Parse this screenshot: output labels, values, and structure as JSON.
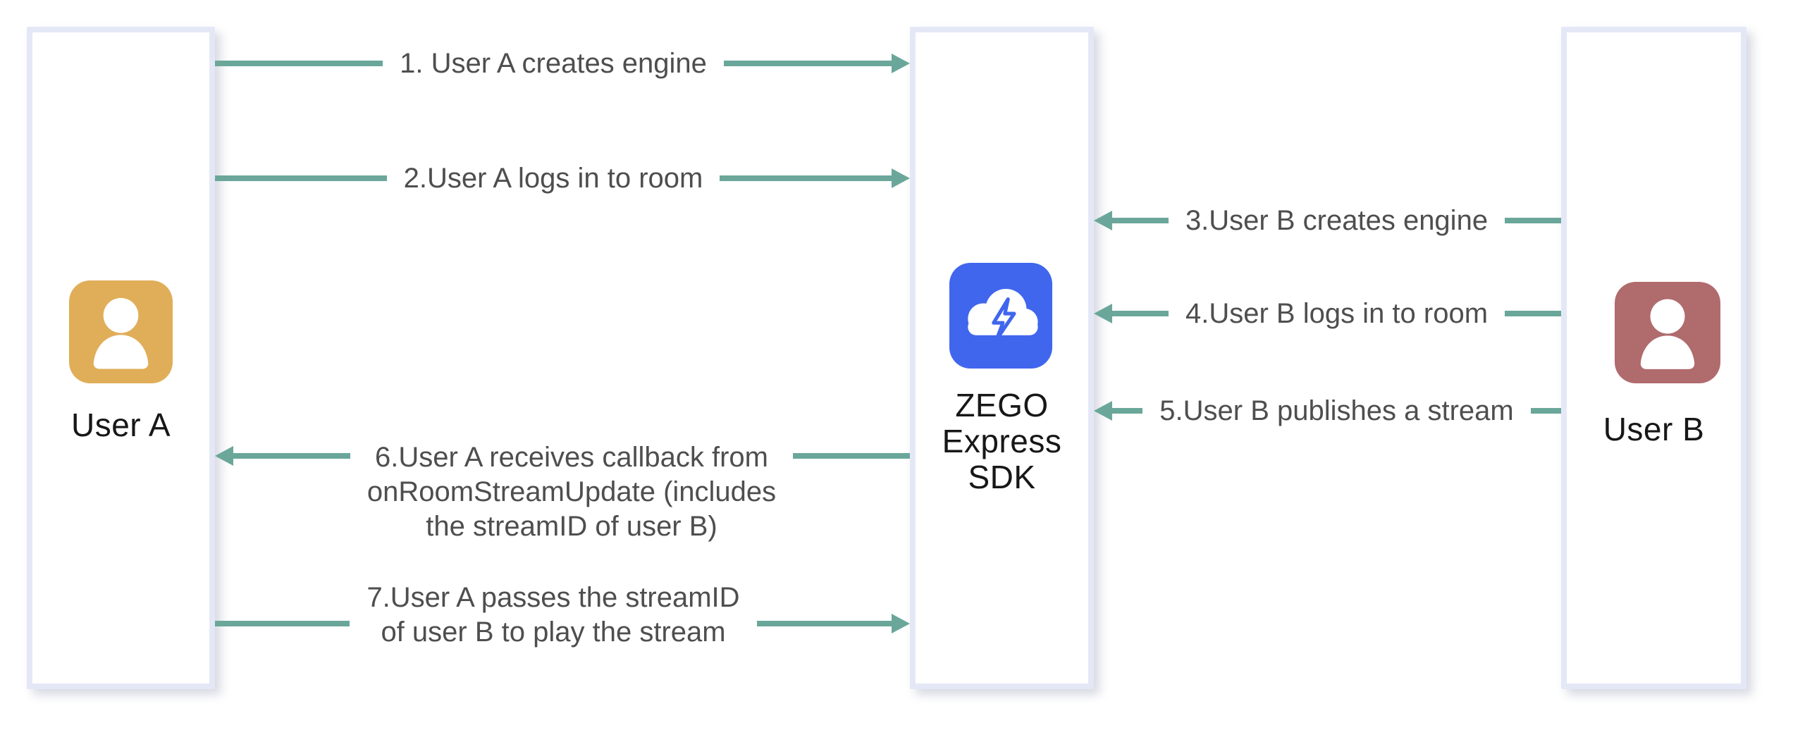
{
  "diagram": {
    "title": "ZEGO Express SDK stream publish/play sequence",
    "participants": {
      "user_a": {
        "label": "User A",
        "icon": "user-avatar-icon",
        "icon_color": "#e0ae59"
      },
      "sdk": {
        "lines": [
          "ZEGO",
          "Express",
          "SDK"
        ],
        "icon": "cloud-lightning-icon",
        "icon_color": "#4066ee"
      },
      "user_b": {
        "label": "User B",
        "icon": "user-avatar-icon",
        "icon_color": "#b06b6d"
      }
    },
    "messages": [
      {
        "num": 1,
        "from": "user_a",
        "to": "sdk",
        "direction": "right",
        "lines": [
          "1. User A creates engine"
        ]
      },
      {
        "num": 2,
        "from": "user_a",
        "to": "sdk",
        "direction": "right",
        "lines": [
          "2.User A logs in to room"
        ]
      },
      {
        "num": 3,
        "from": "user_b",
        "to": "sdk",
        "direction": "left",
        "lines": [
          "3.User B creates engine"
        ]
      },
      {
        "num": 4,
        "from": "user_b",
        "to": "sdk",
        "direction": "left",
        "lines": [
          "4.User B logs in to room"
        ]
      },
      {
        "num": 5,
        "from": "user_b",
        "to": "sdk",
        "direction": "left",
        "lines": [
          "5.User B publishes a stream"
        ]
      },
      {
        "num": 6,
        "from": "sdk",
        "to": "user_a",
        "direction": "left",
        "lines": [
          "6.User A receives callback from",
          "onRoomStreamUpdate (includes",
          "the streamID of user B)"
        ]
      },
      {
        "num": 7,
        "from": "user_a",
        "to": "sdk",
        "direction": "right",
        "lines": [
          "7.User A passes the streamID",
          "of user B to play the stream"
        ]
      }
    ],
    "colors": {
      "arrow": "#6aa79a",
      "lane_border": "#e4e8f6",
      "lane_fill": "#ffffff",
      "user_a_icon": "#e0ae59",
      "sdk_icon": "#4066ee",
      "user_b_icon": "#b06b6d",
      "message_text": "#4e4e4e",
      "participant_text": "#171717"
    }
  }
}
